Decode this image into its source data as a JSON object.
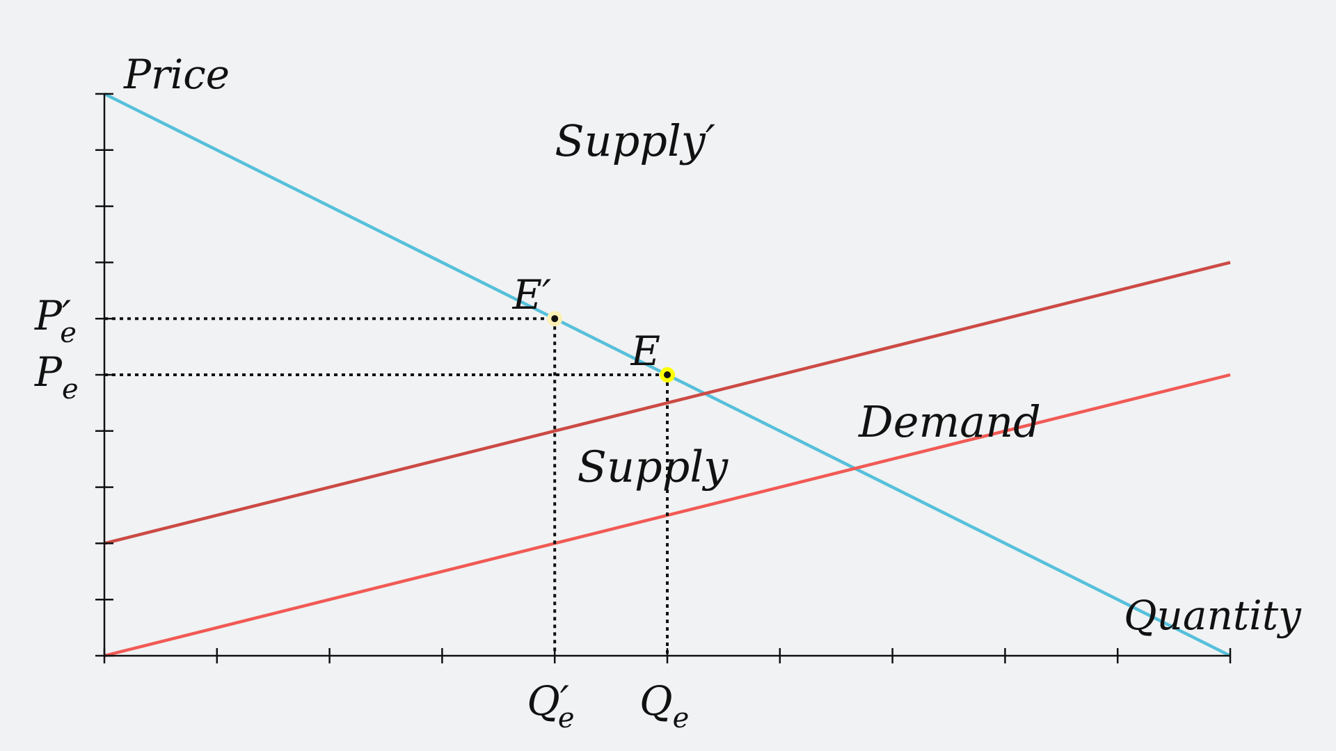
{
  "chart_data": {
    "type": "line",
    "title": "",
    "xlabel": "Quantity",
    "ylabel": "Price",
    "xlim": [
      0,
      10
    ],
    "ylim": [
      0,
      10
    ],
    "x_ticks": [
      0,
      1,
      2,
      3,
      4,
      5,
      6,
      7,
      8,
      9,
      10
    ],
    "y_ticks": [
      0,
      1,
      2,
      3,
      4,
      5,
      6,
      7,
      8,
      9,
      10
    ],
    "grid": false,
    "series": [
      {
        "name": "Demand",
        "color": "#56c0da",
        "x": [
          0,
          10
        ],
        "y": [
          10,
          0
        ]
      },
      {
        "name": "Supply",
        "color": "#f15a55",
        "x": [
          0,
          10
        ],
        "y": [
          0,
          5
        ]
      },
      {
        "name": "Supply′",
        "color": "#cc4a44",
        "x": [
          0,
          10
        ],
        "y": [
          2,
          7
        ]
      }
    ],
    "equilibria": [
      {
        "label": "E",
        "x": 5,
        "y": 5,
        "color": "#ffff00",
        "price_label": {
          "base": "P",
          "prime": "",
          "sub": "e"
        },
        "quantity_label": {
          "base": "Q",
          "prime": "",
          "sub": "e"
        }
      },
      {
        "label": "E′",
        "x": 4,
        "y": 6,
        "color": "#fcefb4",
        "price_label": {
          "base": "P",
          "prime": "′",
          "sub": "e"
        },
        "quantity_label": {
          "base": "Q",
          "prime": "′",
          "sub": "e"
        }
      }
    ],
    "curve_labels": [
      {
        "text": "Supply′",
        "x": 4.0,
        "y": 8.9
      },
      {
        "text": "Supply",
        "x": 4.2,
        "y": 3.1
      },
      {
        "text": "Demand",
        "x": 6.7,
        "y": 3.9
      }
    ]
  }
}
